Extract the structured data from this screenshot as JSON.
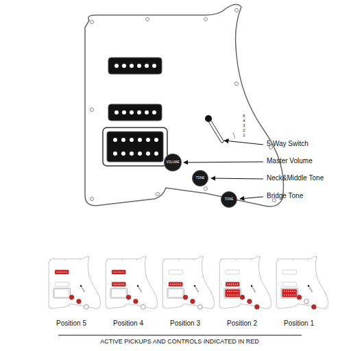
{
  "diagram": {
    "caption": "ACTIVE PICKUPS AND CONTROLS INDICATED IN RED",
    "nodes": [
      {
        "text": [
          "VOLUME"
        ]
      },
      {
        "text": [
          "TONE"
        ]
      },
      {
        "text": [
          "TONE"
        ]
      }
    ],
    "labels": [
      "5-Way Switch",
      "Master Volume",
      "Neck&Middle Tone",
      "Bridge Tone",
      "5",
      "4",
      "3",
      "2",
      "1",
      "Position 5",
      "Position 4",
      "Position 3",
      "Position 2",
      "Position 1"
    ]
  }
}
